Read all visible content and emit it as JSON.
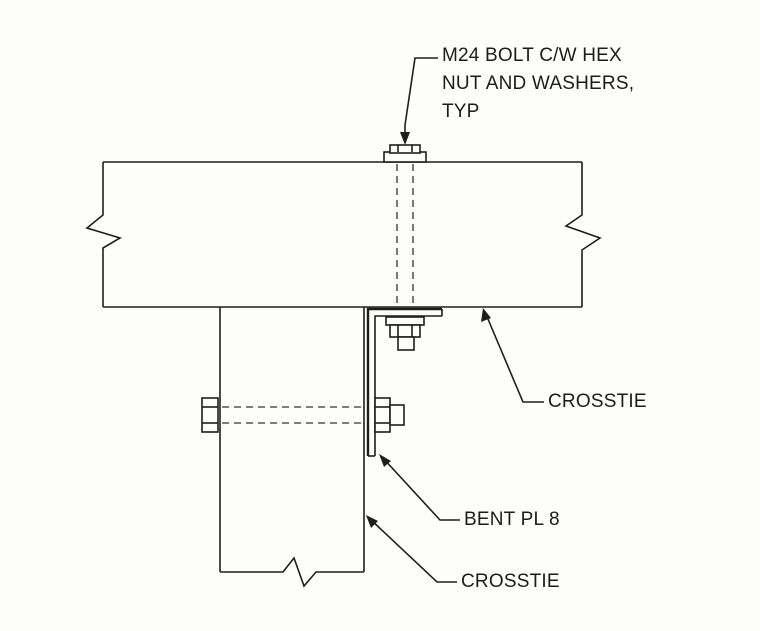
{
  "labels": {
    "bolt_line1": "M24 BOLT  C/W HEX",
    "bolt_line2": "NUT AND WASHERS,",
    "bolt_line3": "TYP",
    "crosstie_upper": "CROSSTIE",
    "bent_plate": "BENT PL 8",
    "crosstie_lower": "CROSSTIE"
  },
  "colors": {
    "line": "#1e1e1e",
    "paper": "#fdfdfb"
  }
}
